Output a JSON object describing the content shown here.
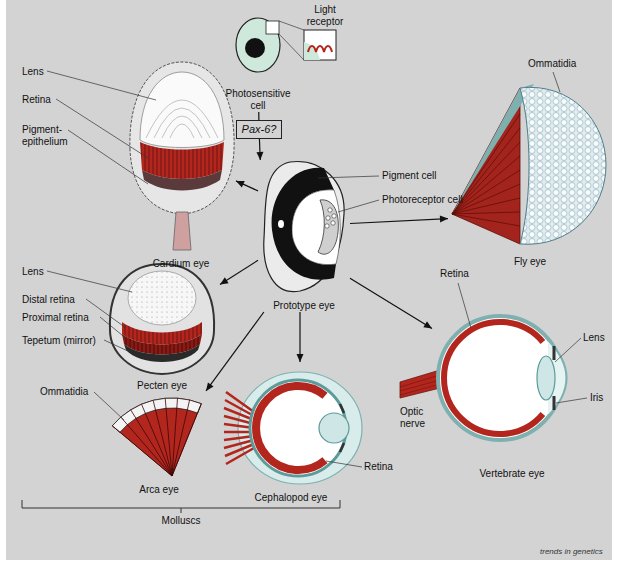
{
  "diagram": {
    "nodes": [
      {
        "text": [
          "Photosensitive cell"
        ]
      },
      {
        "text": [
          "Pax-6?"
        ]
      },
      {
        "text": [
          "Cardium eye"
        ]
      },
      {
        "text": [
          "Prototype eye"
        ]
      },
      {
        "text": [
          "Fly eye"
        ]
      },
      {
        "text": [
          "Pecten eye"
        ]
      },
      {
        "text": [
          "Vertebrate eye"
        ]
      },
      {
        "text": [
          "Arca eye"
        ]
      },
      {
        "text": [
          "Cephalopod eye"
        ]
      }
    ],
    "edges": [
      {
        "from": 0,
        "to": 1,
        "arrow": "none"
      },
      {
        "from": 1,
        "to": 3,
        "arrow": "to"
      },
      {
        "from": 3,
        "to": 2,
        "arrow": "to"
      },
      {
        "from": 3,
        "to": 4,
        "arrow": "to"
      },
      {
        "from": 3,
        "to": 5,
        "arrow": "to"
      },
      {
        "from": 3,
        "to": 6,
        "arrow": "to"
      },
      {
        "from": 3,
        "to": 7,
        "arrow": "to"
      },
      {
        "from": 3,
        "to": 8,
        "arrow": "to"
      }
    ],
    "labels": [
      "Light receptor",
      "Pigment cell",
      "Photoreceptor cell",
      "Lens",
      "Retina",
      "Pigment-epithelium",
      "Lens",
      "Distal retina",
      "Proximal retina",
      "Tepetum (mirror)",
      "Ommatidia",
      "Retina",
      "Ommatidia",
      "Retina",
      "Lens",
      "Iris",
      "Optic nerve",
      "Molluscs",
      "trends in genetics"
    ]
  }
}
